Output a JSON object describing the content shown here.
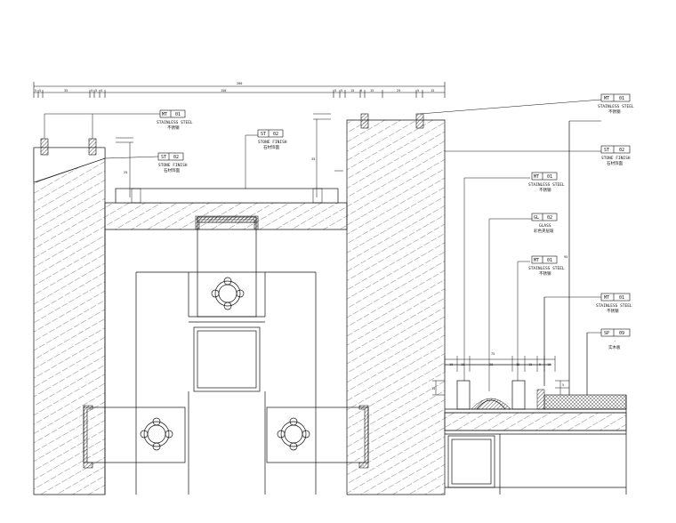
{
  "drawing": {
    "colors": {
      "line": "#111111",
      "hatch": "#333333",
      "paper": "#ffffff"
    },
    "top_dimension": {
      "overall": "280",
      "segments": [
        "5",
        "5",
        "35",
        "5",
        "5",
        "5",
        "150",
        "5",
        "5",
        "15",
        "5",
        "15",
        "25",
        "5",
        "15"
      ]
    },
    "tags": [
      {
        "code": "MT",
        "num": "01",
        "en": "STAINLESS STEEL",
        "cn": "不锈钢"
      },
      {
        "code": "ST",
        "num": "02",
        "en": "STONE FINISH",
        "cn": "石材饰面"
      },
      {
        "code": "ST",
        "num": "02",
        "en": "STONE FINISH",
        "cn": "石材饰面"
      },
      {
        "code": "MT",
        "num": "01",
        "en": "STAINLESS STEEL",
        "cn": "不锈钢"
      },
      {
        "code": "ST",
        "num": "02",
        "en": "STONE FINISH",
        "cn": "石材饰面"
      },
      {
        "code": "MT",
        "num": "01",
        "en": "STAINLESS STEEL",
        "cn": "不锈钢"
      },
      {
        "code": "GL",
        "num": "02",
        "en": "GLASS",
        "cn": "彩色夹层玻"
      },
      {
        "code": "MT",
        "num": "01",
        "en": "STAINLESS STEEL",
        "cn": "不锈钢"
      },
      {
        "code": "MT",
        "num": "01",
        "en": "STAINLESS STEEL",
        "cn": "不锈钢"
      },
      {
        "code": "SP",
        "num": "09",
        "en": "-",
        "cn": "实木板"
      }
    ],
    "side_dimensions": {
      "left_a": "25",
      "left_b": "35",
      "right_tall": "95",
      "small_a": "15",
      "small_b": "5"
    },
    "bottom_dimension": {
      "overall": "75",
      "segments": [
        "10",
        "10",
        "20",
        "10",
        "10",
        "5",
        "10"
      ]
    }
  }
}
